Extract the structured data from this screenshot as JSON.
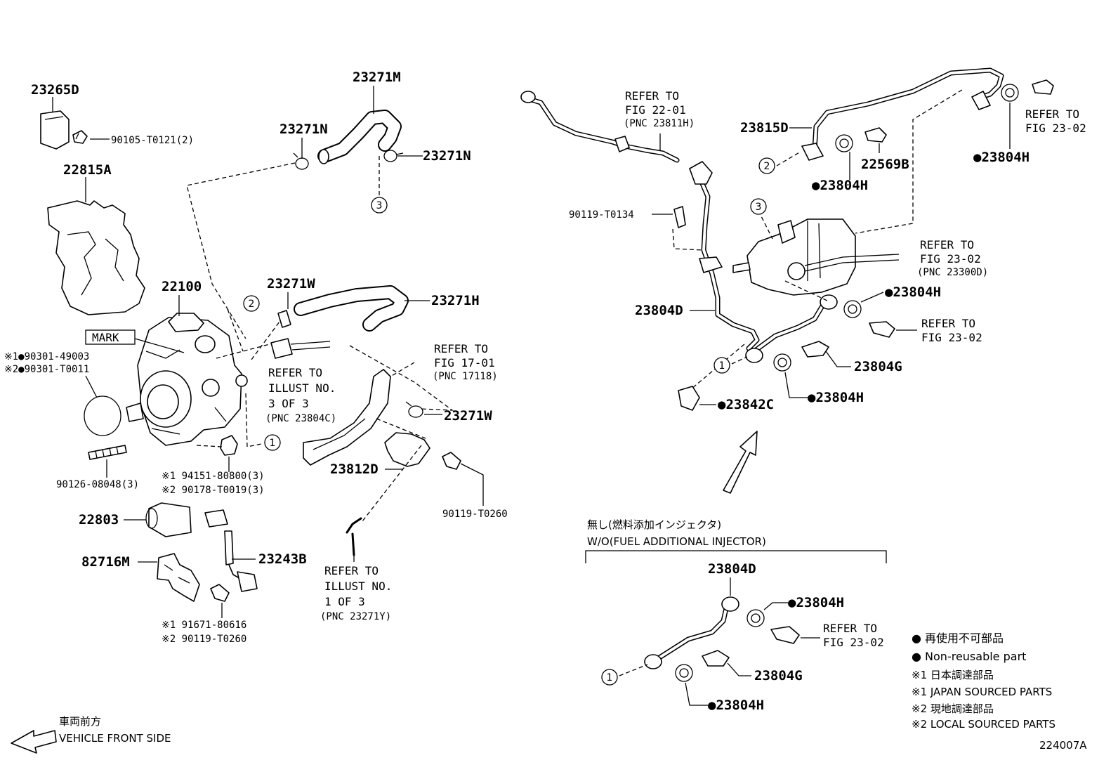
{
  "labels": {
    "p23265D": "23265D",
    "p90105": "90105-T0121(2)",
    "p22815A": "22815A",
    "p23271M": "23271M",
    "p23271N_a": "23271N",
    "p23271N_b": "23271N",
    "p22100": "22100",
    "p23271W_a": "23271W",
    "p23271H": "23271H",
    "mark": "MARK",
    "j1_90301": "※1●90301-49003",
    "j2_90301": "※2●90301-T0011",
    "p90126": "90126-08048(3)",
    "j1_94151": "※1 94151-80800(3)",
    "j2_90178": "※2 90178-T0019(3)",
    "p22803": "22803",
    "p82716M": "82716M",
    "p23243B": "23243B",
    "j1_91671": "※1 91671-80616",
    "j2_90119": "※2 90119-T0260",
    "p23812D": "23812D",
    "p23271W_b": "23271W",
    "p90119_T0260": "90119-T0260",
    "p90119_T0134": "90119-T0134",
    "p23815D": "23815D",
    "p22569B": "22569B",
    "p23804H_1": "●23804H",
    "p23804H_2": "●23804H",
    "p23804H_3": "●23804H",
    "p23804H_4": "●23804H",
    "p23804D": "23804D",
    "p23804G": "23804G",
    "p23842C": "●23842C",
    "b23804D": "23804D",
    "b23804H_1": "●23804H",
    "b23804H_2": "●23804H",
    "b23804G": "23804G"
  },
  "refs": {
    "illust3": [
      "REFER TO",
      "ILLUST NO.",
      "3 OF 3",
      "(PNC 23804C)"
    ],
    "fig1701": [
      "REFER TO",
      "FIG 17-01",
      "(PNC 17118)"
    ],
    "illust1": [
      "REFER TO",
      "ILLUST NO.",
      "1 OF 3",
      "(PNC 23271Y)"
    ],
    "fig2201": [
      "REFER TO",
      "FIG 22-01",
      "(PNC 23811H)"
    ],
    "fig2302_a": [
      "REFER TO",
      "FIG 23-02"
    ],
    "fig2302_b": [
      "REFER TO",
      "FIG 23-02",
      "(PNC 23300D)"
    ],
    "fig2302_c": [
      "REFER TO",
      "FIG 23-02"
    ],
    "fig2302_d": [
      "REFER TO",
      "FIG 23-02"
    ]
  },
  "callouts": {
    "c1a": "1",
    "c1b": "1",
    "c1c": "1",
    "c2a": "2",
    "c2b": "2",
    "c3a": "3",
    "c3b": "3"
  },
  "variant": {
    "jp": "無し(燃料添加インジェクタ)",
    "en": "W/O(FUEL ADDITIONAL INJECTOR)"
  },
  "legend": {
    "l1": "● 再使用不可部品",
    "l2": "● Non-reusable part",
    "l3": "※1 日本調達部品",
    "l4": "※1 JAPAN SOURCED PARTS",
    "l5": "※2 現地調達部品",
    "l6": "※2 LOCAL SOURCED PARTS"
  },
  "front": {
    "jp": "車両前方",
    "en": "VEHICLE FRONT SIDE"
  },
  "figure_id": "224007A"
}
